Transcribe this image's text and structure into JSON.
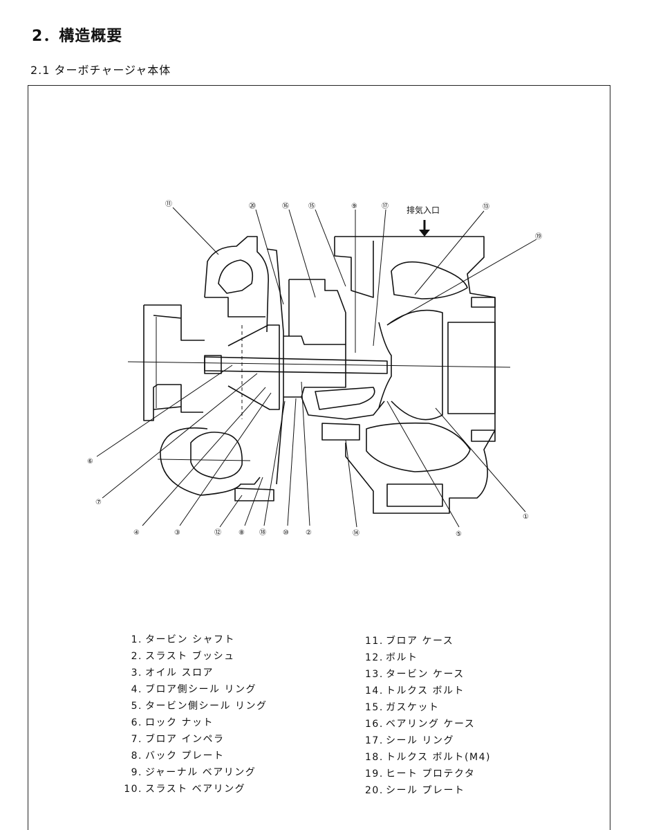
{
  "section_title": "2．構造概要",
  "subsection_title": "2.1 ターボチャージャ本体",
  "diagram": {
    "inlet_label": "排気入口",
    "callouts": [
      "①",
      "②",
      "③",
      "④",
      "⑤",
      "⑥",
      "⑦",
      "⑧",
      "⑨",
      "⑩",
      "⑪",
      "⑫",
      "⑬",
      "⑭",
      "⑮",
      "⑯",
      "⑰",
      "⑱",
      "⑲",
      "⑳"
    ]
  },
  "parts_left": [
    {
      "num": "1.",
      "name": "タービン シャフト"
    },
    {
      "num": "2.",
      "name": "スラスト ブッシュ"
    },
    {
      "num": "3.",
      "name": "オイル スロア"
    },
    {
      "num": "4.",
      "name": "ブロア側シール リング"
    },
    {
      "num": "5.",
      "name": "タービン側シール リング"
    },
    {
      "num": "6.",
      "name": "ロック ナット"
    },
    {
      "num": "7.",
      "name": "ブロア インペラ"
    },
    {
      "num": "8.",
      "name": "バック プレート"
    },
    {
      "num": "9.",
      "name": "ジャーナル ベアリング"
    },
    {
      "num": "10.",
      "name": "スラスト ベアリング"
    }
  ],
  "parts_right": [
    {
      "num": "11.",
      "name": "ブロア ケース"
    },
    {
      "num": "12.",
      "name": "ボルト"
    },
    {
      "num": "13.",
      "name": "タービン ケース"
    },
    {
      "num": "14.",
      "name": "トルクス ボルト"
    },
    {
      "num": "15.",
      "name": "ガスケット"
    },
    {
      "num": "16.",
      "name": "ベアリング ケース"
    },
    {
      "num": "17.",
      "name": "シール リング"
    },
    {
      "num": "18.",
      "name": "トルクス ボルト(M4)"
    },
    {
      "num": "19.",
      "name": "ヒート プロテクタ"
    },
    {
      "num": "20.",
      "name": "シール プレート"
    }
  ]
}
